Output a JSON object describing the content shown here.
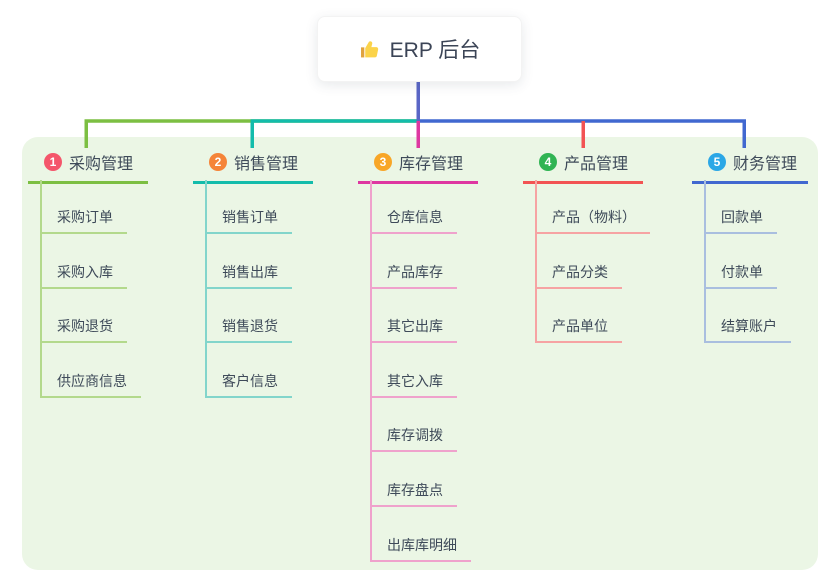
{
  "root": {
    "title": "ERP 后台",
    "icon": "thumbs-up-icon",
    "card_bg": "#ffffff",
    "edge_color": "#5a66c6"
  },
  "panel": {
    "bg_color": "#ebf6e5"
  },
  "text_color": "#3e4a59",
  "branches": [
    {
      "index": "1",
      "label": "采购管理",
      "badge_color": "#f4566b",
      "line_color": "#7cbf42",
      "child_line_color": "#b3d98c",
      "children": [
        "采购订单",
        "采购入库",
        "采购退货",
        "供应商信息"
      ]
    },
    {
      "index": "2",
      "label": "销售管理",
      "badge_color": "#f58438",
      "line_color": "#13bcab",
      "child_line_color": "#82d5cb",
      "children": [
        "销售订单",
        "销售出库",
        "销售退货",
        "客户信息"
      ]
    },
    {
      "index": "3",
      "label": "库存管理",
      "badge_color": "#f8a627",
      "line_color": "#de37a1",
      "child_line_color": "#efa2cc",
      "children": [
        "仓库信息",
        "产品库存",
        "其它出库",
        "其它入库",
        "库存调拨",
        "库存盘点",
        "出库库明细"
      ]
    },
    {
      "index": "4",
      "label": "产品管理",
      "badge_color": "#30b453",
      "line_color": "#f25353",
      "child_line_color": "#f6a3a3",
      "children": [
        "产品（物料）",
        "产品分类",
        "产品单位"
      ]
    },
    {
      "index": "5",
      "label": "财务管理",
      "badge_color": "#2ba7e6",
      "line_color": "#4168d0",
      "child_line_color": "#a9bedf",
      "children": [
        "回款单",
        "付款单",
        "结算账户"
      ]
    }
  ]
}
